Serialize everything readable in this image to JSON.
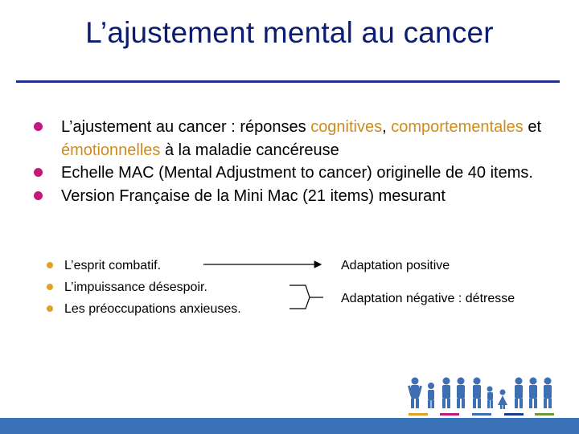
{
  "slide": {
    "title": "L’ajustement mental au cancer",
    "bullets": [
      {
        "segments": [
          {
            "text": "L’ajustement au cancer : réponses ",
            "hl": false
          },
          {
            "text": "cognitives",
            "hl": true
          },
          {
            "text": ", ",
            "hl": false
          },
          {
            "text": "comportementales",
            "hl": true
          },
          {
            "text": " et ",
            "hl": false
          },
          {
            "text": "émotionnelles",
            "hl": true
          },
          {
            "text": " à la maladie cancéreuse",
            "hl": false
          }
        ]
      },
      {
        "segments": [
          {
            "text": "Echelle MAC (Mental Adjustment to cancer) originelle de 40 items.",
            "hl": false
          }
        ]
      },
      {
        "segments": [
          {
            "text": "Version Française de la Mini Mac (21 items) mesurant",
            "hl": false
          }
        ]
      }
    ],
    "sub_items": [
      "L’esprit combatif.",
      "L’impuissance désespoir.",
      "Les préoccupations anxieuses."
    ],
    "outcomes": {
      "positive": "Adaptation positive",
      "negative": "Adaptation négative : détresse"
    },
    "colors": {
      "title": "#0b1c72",
      "bullet": "#c21a7a",
      "highlight": "#cf8b1c",
      "sub_bullet": "#e0a12a",
      "bottom_bar": "#3b73b9"
    },
    "logo_icon": "family-people-icon"
  }
}
